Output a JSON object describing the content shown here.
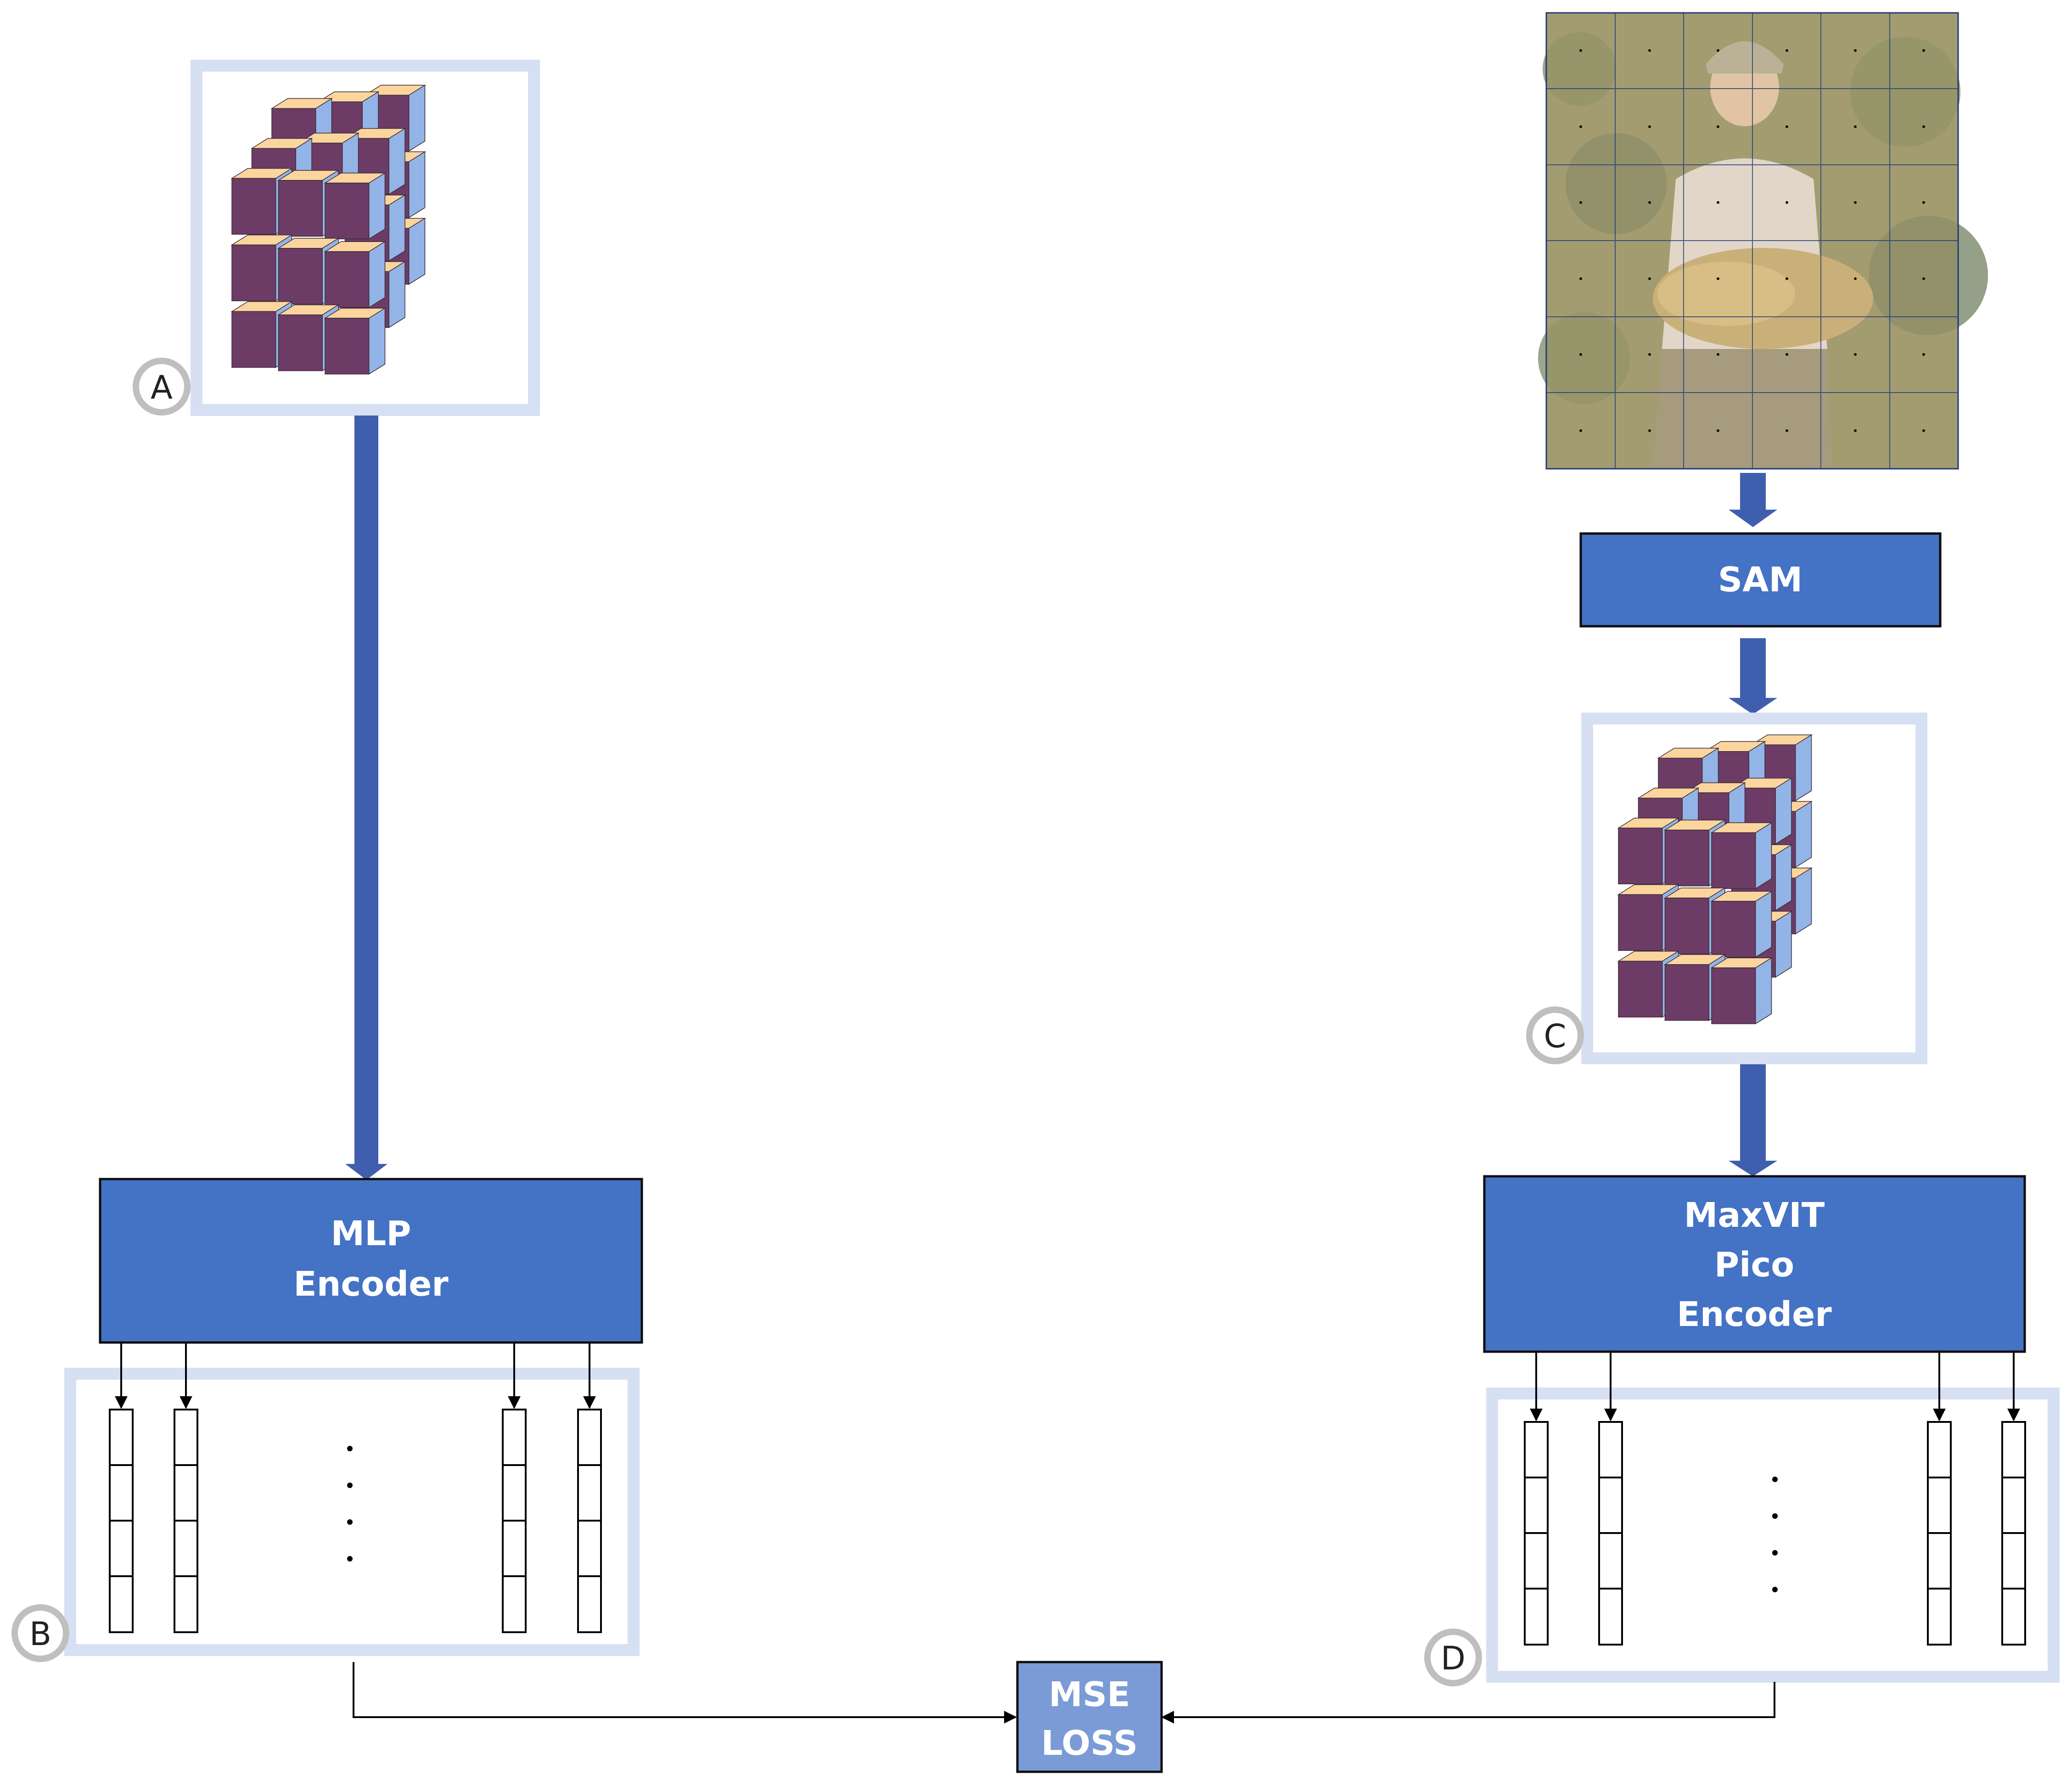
{
  "badges": {
    "a": "A",
    "b": "B",
    "c": "C",
    "d": "D"
  },
  "blocks": {
    "sam": "SAM",
    "mlp_encoder": [
      "MLP",
      "Encoder"
    ],
    "maxvit_encoder": [
      "MaxVIT",
      "Pico",
      "Encoder"
    ],
    "mse_loss": [
      "MSE",
      "LOSS"
    ]
  },
  "colors": {
    "block_fill": "#4472c4",
    "block_border": "#0d0d0d",
    "arrow": "#3f5fae",
    "frame": "#d6e0f2",
    "loss_fill": "#7a9bd6",
    "cube_top": "#fbd59d",
    "cube_front": "#6c3c67",
    "cube_side": "#93b4e6"
  },
  "icons": {
    "cube": "rubiks-cube-icon",
    "photo": "fisherman-with-fish-photo",
    "badge": "circled-letter-icon"
  }
}
